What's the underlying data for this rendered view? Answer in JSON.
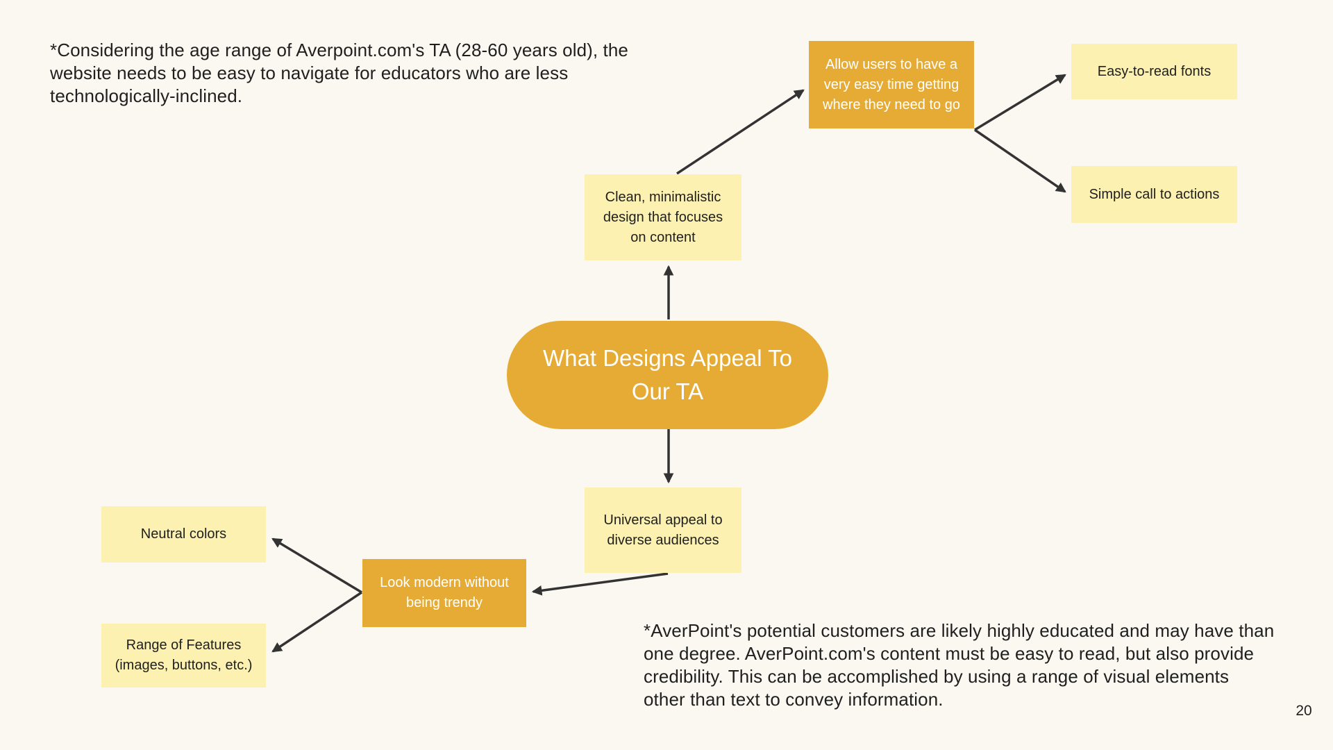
{
  "page": {
    "background_color": "#FAF8F0",
    "page_number": "20"
  },
  "colors": {
    "gold": "#E5AB35",
    "pale_yellow": "#FCF1B0",
    "arrow": "#333333",
    "text_dark": "#1F1F1F",
    "text_light": "#FFFFFF"
  },
  "notes": {
    "top_left": "*Considering the age range of Averpoint.com's TA (28-60 years old), the website needs to be easy to navigate for educators who are less technologically-inclined.",
    "bottom_right": "*AverPoint's potential customers are likely highly educated and may have than one degree. AverPoint.com's content must be easy to read, but also provide credibility. This can be accomplished by using a range of visual elements other than text to convey information."
  },
  "mindmap": {
    "center": {
      "label": "What Designs Appeal To Our TA"
    },
    "nodes": {
      "clean": {
        "label": "Clean, minimalistic design that focuses on content"
      },
      "allow": {
        "label": "Allow users to have a very easy time getting where they need to go"
      },
      "fonts": {
        "label": "Easy-to-read fonts"
      },
      "cta": {
        "label": "Simple call to actions"
      },
      "universal": {
        "label": "Universal appeal to diverse audiences"
      },
      "modern": {
        "label": "Look modern without being trendy"
      },
      "neutral": {
        "label": "Neutral colors"
      },
      "features": {
        "label": "Range of Features (images, buttons, etc.)"
      }
    },
    "connections": [
      {
        "from": "center",
        "to": "clean"
      },
      {
        "from": "clean",
        "to": "allow"
      },
      {
        "from": "allow",
        "to": "fonts"
      },
      {
        "from": "allow",
        "to": "cta"
      },
      {
        "from": "center",
        "to": "universal"
      },
      {
        "from": "universal",
        "to": "modern"
      },
      {
        "from": "modern",
        "to": "neutral"
      },
      {
        "from": "modern",
        "to": "features"
      }
    ]
  }
}
